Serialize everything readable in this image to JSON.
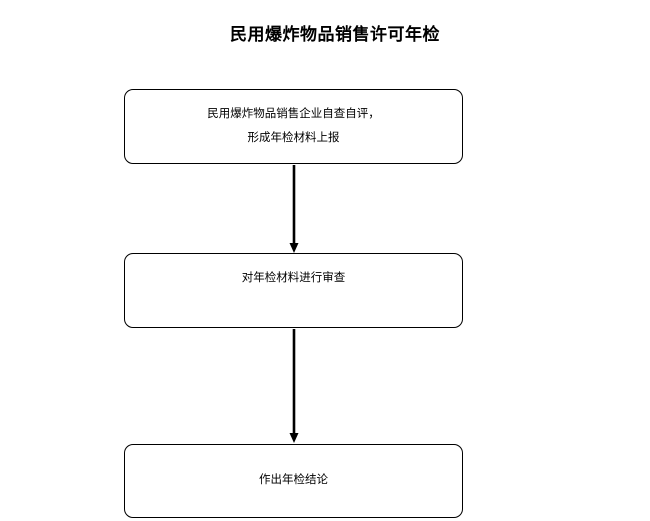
{
  "title": "民用爆炸物品销售许可年检",
  "steps": [
    {
      "lines": [
        "民用爆炸物品销售企业自查自评，",
        "形成年检材料上报"
      ]
    },
    {
      "lines": [
        "对年检材料进行审查"
      ]
    },
    {
      "lines": [
        "作出年检结论"
      ]
    }
  ],
  "colors": {
    "line": "#000000",
    "background": "#ffffff"
  }
}
